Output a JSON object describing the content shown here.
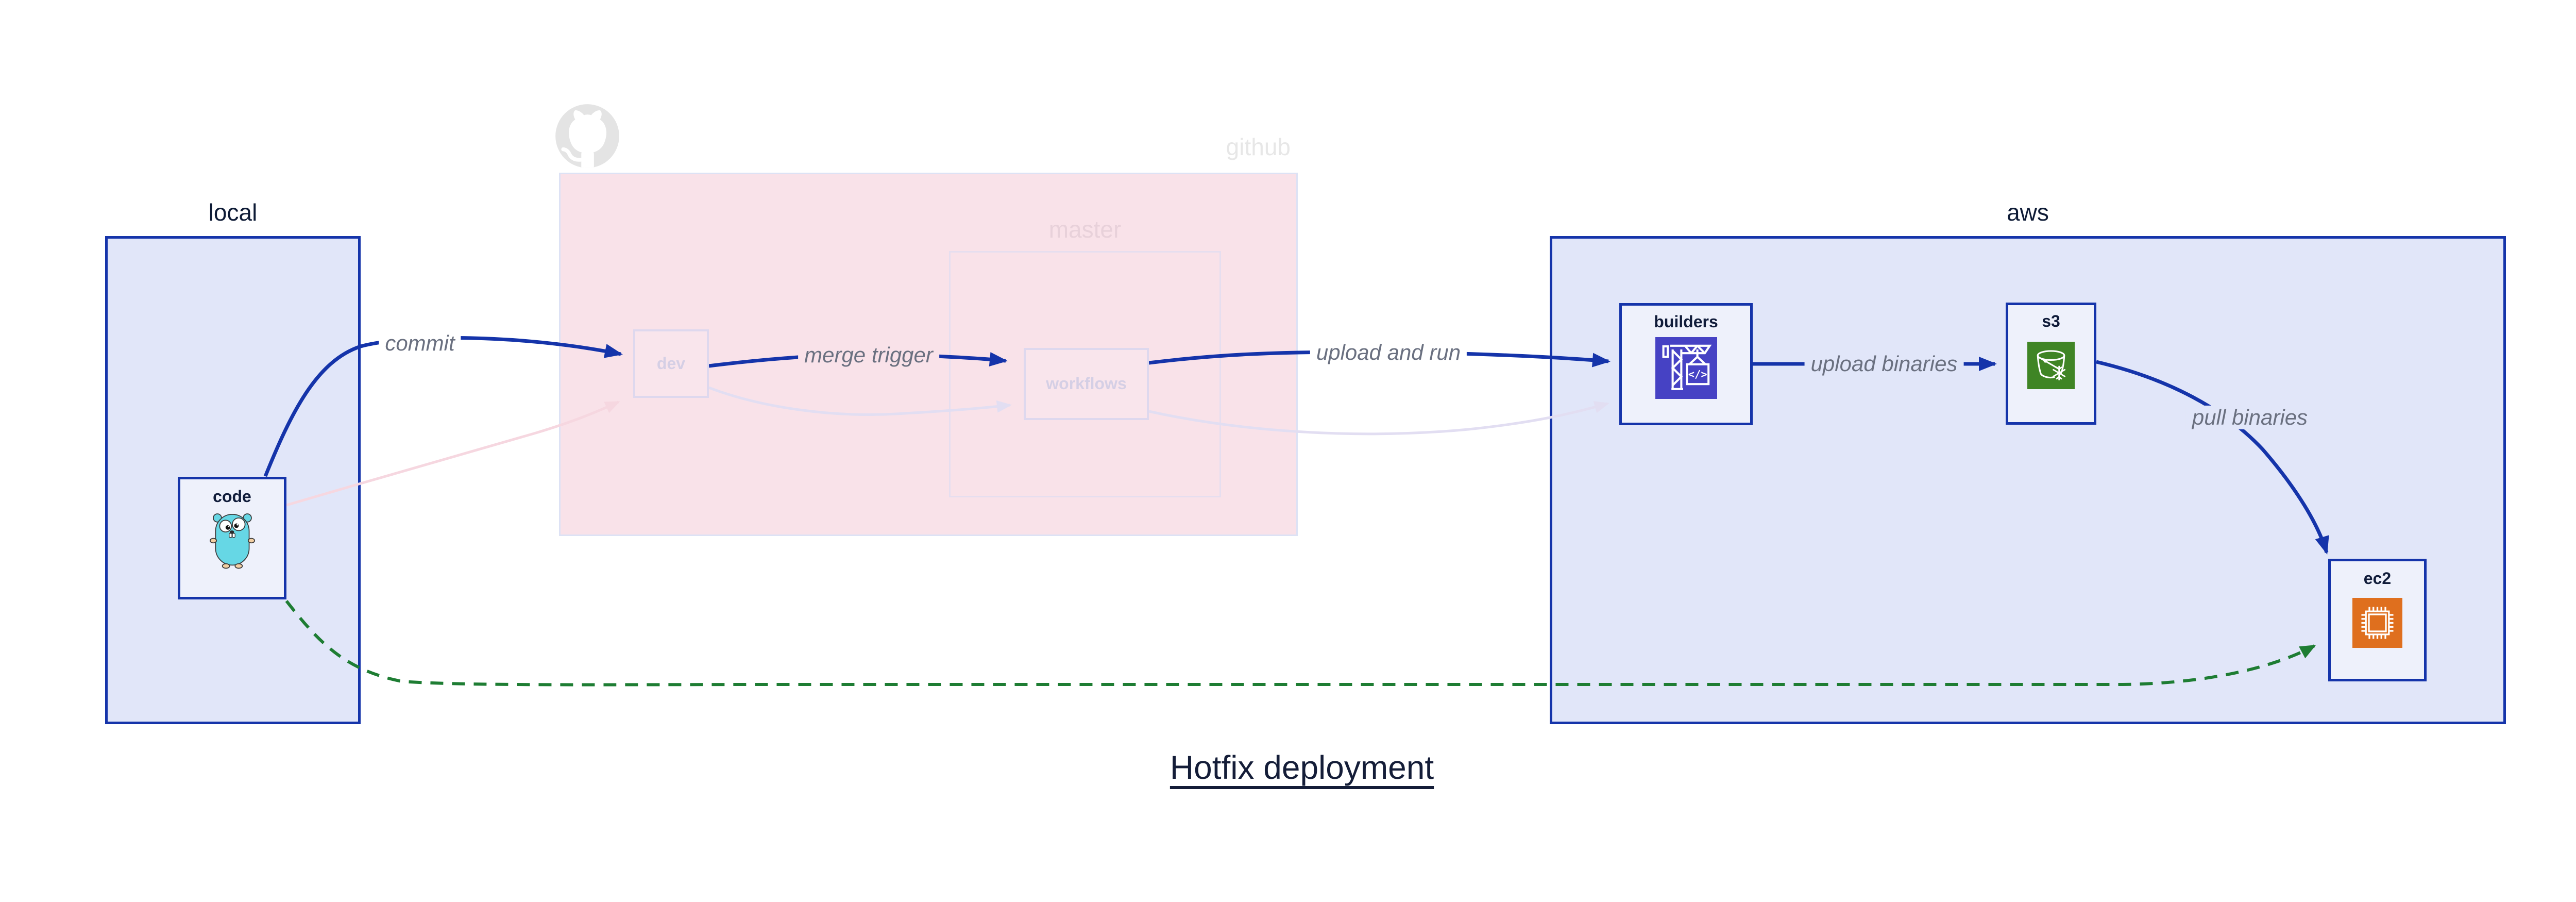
{
  "title": {
    "text": "Hotfix deployment"
  },
  "regions": {
    "local": {
      "label": "local"
    },
    "github": {
      "label": "github",
      "icon": "github-octocat-icon"
    },
    "master": {
      "label": "master"
    },
    "aws": {
      "label": "aws"
    }
  },
  "nodes": {
    "code": {
      "label": "code",
      "icon": "go-gopher-icon"
    },
    "dev": {
      "label": "dev"
    },
    "workflows": {
      "label": "workflows"
    },
    "builders": {
      "label": "builders",
      "icon": "codebuild-crane-icon",
      "icon_glyph": "</>"
    },
    "s3": {
      "label": "s3",
      "icon": "s3-bucket-snowflake-icon"
    },
    "ec2": {
      "label": "ec2",
      "icon": "ec2-chip-icon"
    }
  },
  "edges": [
    {
      "from": "code",
      "to": "dev",
      "label": "commit",
      "style": "solid-blue"
    },
    {
      "from": "dev",
      "to": "workflows",
      "label": "merge trigger",
      "style": "solid-blue"
    },
    {
      "from": "workflows",
      "to": "builders",
      "label": "upload and run",
      "style": "solid-blue"
    },
    {
      "from": "builders",
      "to": "s3",
      "label": "upload binaries",
      "style": "solid-blue"
    },
    {
      "from": "s3",
      "to": "ec2",
      "label": "pull binaries",
      "style": "solid-blue"
    },
    {
      "from": "code",
      "to": "ec2",
      "label": "",
      "style": "dashed-green-hotfix"
    },
    {
      "from": "code",
      "to": "dev",
      "label": "",
      "style": "faded-pink"
    },
    {
      "from": "dev",
      "to": "workflows",
      "label": "",
      "style": "faded-lavender"
    },
    {
      "from": "workflows",
      "to": "builders",
      "label": "",
      "style": "faded-lavender"
    }
  ],
  "colors": {
    "edge_blue": "#1534aa",
    "edge_green": "#1e7d33",
    "edge_faded_pink": "#f6d7e0",
    "edge_faded_lavender": "#e2def2",
    "region_fill_blue": "#e1e6f9",
    "region_fill_pink": "#f9e2e9",
    "codebuild_icon_bg": "#4642c4",
    "s3_icon_bg": "#3f8525",
    "ec2_icon_bg": "#df6f1e",
    "gopher_teal": "#66d7e5"
  }
}
